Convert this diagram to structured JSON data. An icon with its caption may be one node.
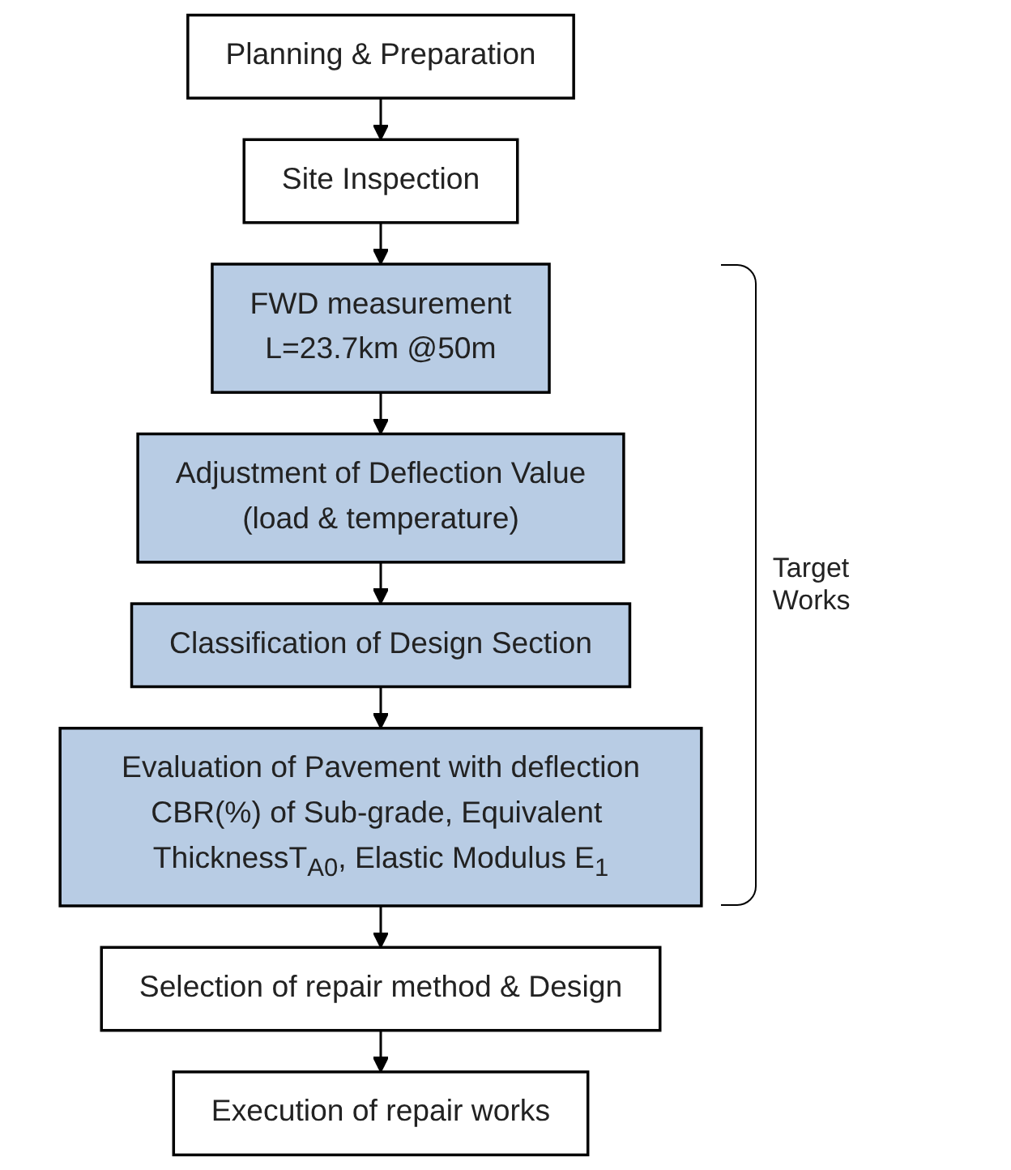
{
  "diagram": {
    "nodes": [
      {
        "text": [
          "Planning & Preparation"
        ]
      },
      {
        "text": [
          "Site Inspection"
        ]
      },
      {
        "text": [
          "FWD measurement",
          "L=23.7km @50m"
        ]
      },
      {
        "text": [
          "Adjustment of Deflection Value",
          "(load & temperature)"
        ]
      },
      {
        "text": [
          "Classification of Design Section"
        ]
      },
      {
        "text": [
          "Evaluation of Pavement with deflection",
          "CBR(%) of Sub-grade, Equivalent ThicknessT$_{A0}$, Elastic Modulus E$_{1}$"
        ]
      },
      {
        "text": [
          "Selection of repair method & Design"
        ]
      },
      {
        "text": [
          "Execution of repair works"
        ]
      }
    ],
    "edges": [
      {
        "from": 0,
        "to": 1,
        "arrow": "to"
      },
      {
        "from": 1,
        "to": 2,
        "arrow": "to"
      },
      {
        "from": 2,
        "to": 3,
        "arrow": "to"
      },
      {
        "from": 3,
        "to": 4,
        "arrow": "to"
      },
      {
        "from": 4,
        "to": 5,
        "arrow": "to"
      },
      {
        "from": 5,
        "to": 6,
        "arrow": "to"
      },
      {
        "from": 6,
        "to": 7,
        "arrow": "to"
      }
    ],
    "labels": [
      "Target Works"
    ]
  }
}
